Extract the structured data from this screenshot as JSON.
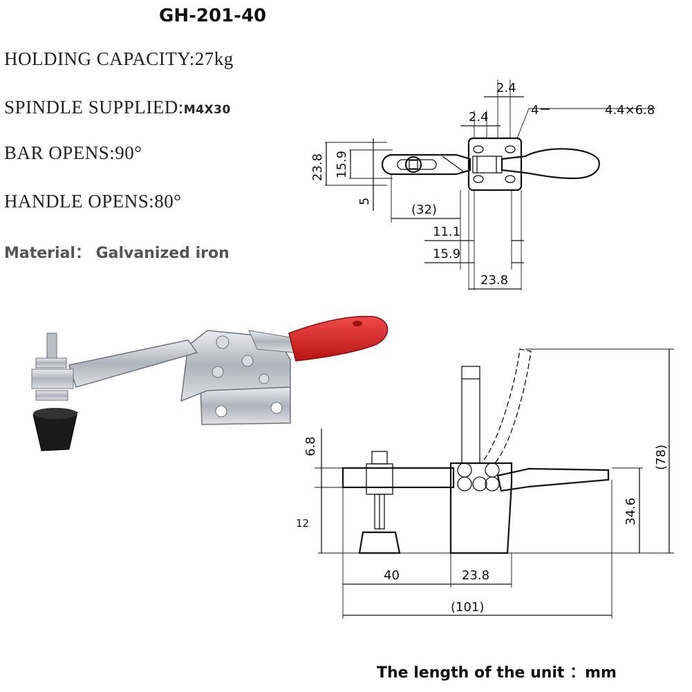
{
  "header": {
    "model": "GH-201-40"
  },
  "specs": {
    "holding_capacity": "HOLDING CAPACITY:27kg",
    "spindle_label": "SPINDLE SUPPLIED:",
    "spindle_value": "M4X30",
    "bar_opens": "BAR OPENS:90°",
    "handle_opens": "HANDLE OPENS:80°",
    "material": "Material：  Galvanized iron"
  },
  "top_view": {
    "dims": {
      "a": "2.4",
      "b": "2.4",
      "hole": "4－",
      "hole_size": "4.4×6.8",
      "h1": "23.8",
      "h2": "15.9",
      "h3": "5",
      "w1": "(32)",
      "w2": "11.1",
      "w3": "15.9",
      "w4": "23.8"
    }
  },
  "side_view": {
    "dims": {
      "v1": "6.8",
      "v2": "12",
      "w1": "40",
      "w2": "23.8",
      "w3": "(101)",
      "h1": "34.6",
      "h2": "(78)"
    }
  },
  "footer": {
    "unit_note": "The length of the unit  ：mm"
  },
  "colors": {
    "handle": "#d42020",
    "metal": "#c8ccd2",
    "rubber": "#1a1a1a"
  }
}
